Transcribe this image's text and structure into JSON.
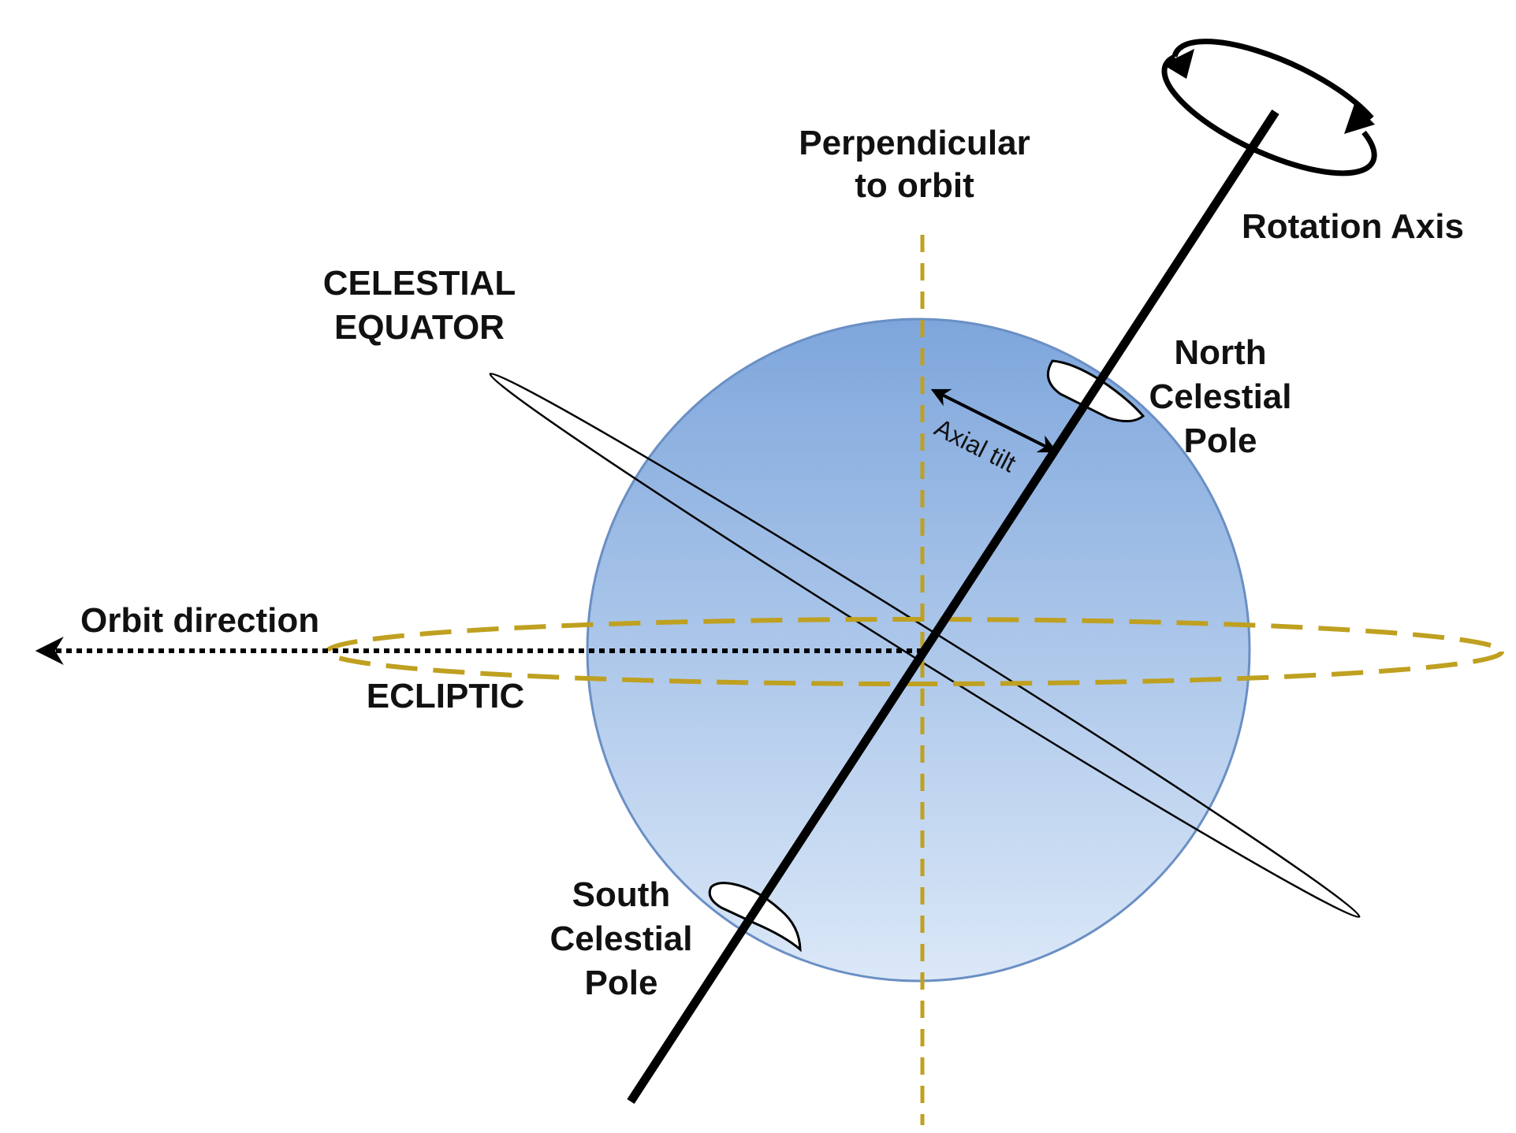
{
  "labels": {
    "perpendicular_line1": "Perpendicular",
    "perpendicular_line2": "to orbit",
    "rotation_axis": "Rotation Axis",
    "celestial_equator_line1": "CELESTIAL",
    "celestial_equator_line2": "EQUATOR",
    "north_pole_line1": "North",
    "north_pole_line2": "Celestial",
    "north_pole_line3": "Pole",
    "axial_tilt": "Axial tilt",
    "orbit_direction": "Orbit direction",
    "ecliptic": "ECLIPTIC",
    "south_pole_line1": "South",
    "south_pole_line2": "Celestial",
    "south_pole_line3": "Pole"
  },
  "colors": {
    "sphere_top": "#7ea6dc",
    "sphere_bottom": "#dbe8f8",
    "sphere_stroke": "#6a8fc4",
    "ecliptic": "#bfa020",
    "axis": "#000000",
    "text": "#111111"
  }
}
